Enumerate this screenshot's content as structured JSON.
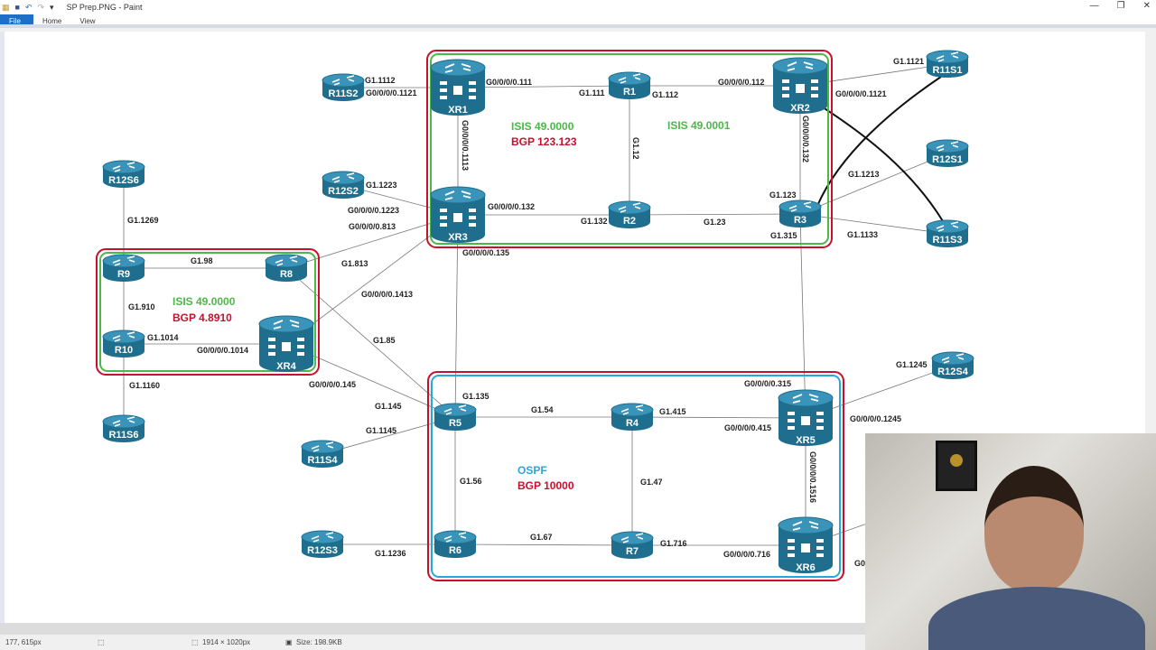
{
  "window": {
    "title": "SP Prep.PNG - Paint",
    "tabs": [
      "File",
      "Home",
      "View"
    ],
    "controls": [
      "—",
      "❐",
      "✕"
    ]
  },
  "status": {
    "cursor": "177, 615px",
    "selection": "",
    "dimensions": "1914 × 1020px",
    "size": "Size: 198.9KB"
  },
  "colors": {
    "router": "#1f6e8e",
    "bgp_box": "#c8102e",
    "isis_box": "#4cb848",
    "ospf_box": "#29a8d8",
    "isis_text": "#4cb848",
    "bgp_text": "#c8102e",
    "ospf_text": "#29a8d8"
  },
  "nodes": {
    "R11S2": "R11S2",
    "XR1": "XR1",
    "R1": "R1",
    "XR2": "XR2",
    "R11S1": "R11S1",
    "R12S1": "R12S1",
    "R11S3": "R11S3",
    "R12S2": "R12S2",
    "XR3": "XR3",
    "R2": "R2",
    "R3": "R3",
    "R12S6": "R12S6",
    "R9": "R9",
    "R8": "R8",
    "R10": "R10",
    "XR4": "XR4",
    "R11S6": "R11S6",
    "R5": "R5",
    "R4": "R4",
    "XR5": "XR5",
    "R12S4": "R12S4",
    "R11S4": "R11S4",
    "R12S3": "R12S3",
    "R6": "R6",
    "R7": "R7",
    "XR6": "XR6"
  },
  "areas": {
    "top_isis_left": "ISIS 49.0000",
    "top_bgp": "BGP 123.123",
    "top_isis_right": "ISIS 49.0001",
    "left_isis": "ISIS 49.0000",
    "left_bgp": "BGP 4.8910",
    "bottom_ospf": "OSPF",
    "bottom_bgp": "BGP 10000"
  },
  "link_labels": [
    "G1.1112",
    "G0/0/0/0.1121",
    "G0/0/0/0.111",
    "G1.111",
    "G1.112",
    "G0/0/0/0.112",
    "G0/0/0/0.1121",
    "G1.1121",
    "G0/0/0/0.1113",
    "G1.12",
    "G0/0/0/0.132",
    "G1.1223",
    "G0/0/0/0.1223",
    "G0/0/0/0.813",
    "G0/0/0/0.132",
    "G1.132",
    "G1.23",
    "G1.123",
    "G1.315",
    "G1.1213",
    "G1.1133",
    "G0/0/0/0.135",
    "G1.1269",
    "G1.98",
    "G1.813",
    "G0/0/0/0.1413",
    "G1.910",
    "G1.1014",
    "G0/0/0/0.1014",
    "G1.85",
    "G0/0/0/0.145",
    "G1.1160",
    "G1.135",
    "G1.145",
    "G1.1145",
    "G1.54",
    "G1.415",
    "G0/0/0/0.315",
    "G0/0/0/0.415",
    "G1.1245",
    "G0/0/0/0.1245",
    "G0/0/0/0.1516",
    "G1.56",
    "G1.47",
    "G1.67",
    "G1.716",
    "G1.1236",
    "G0/0/0/0.716",
    "G0"
  ]
}
